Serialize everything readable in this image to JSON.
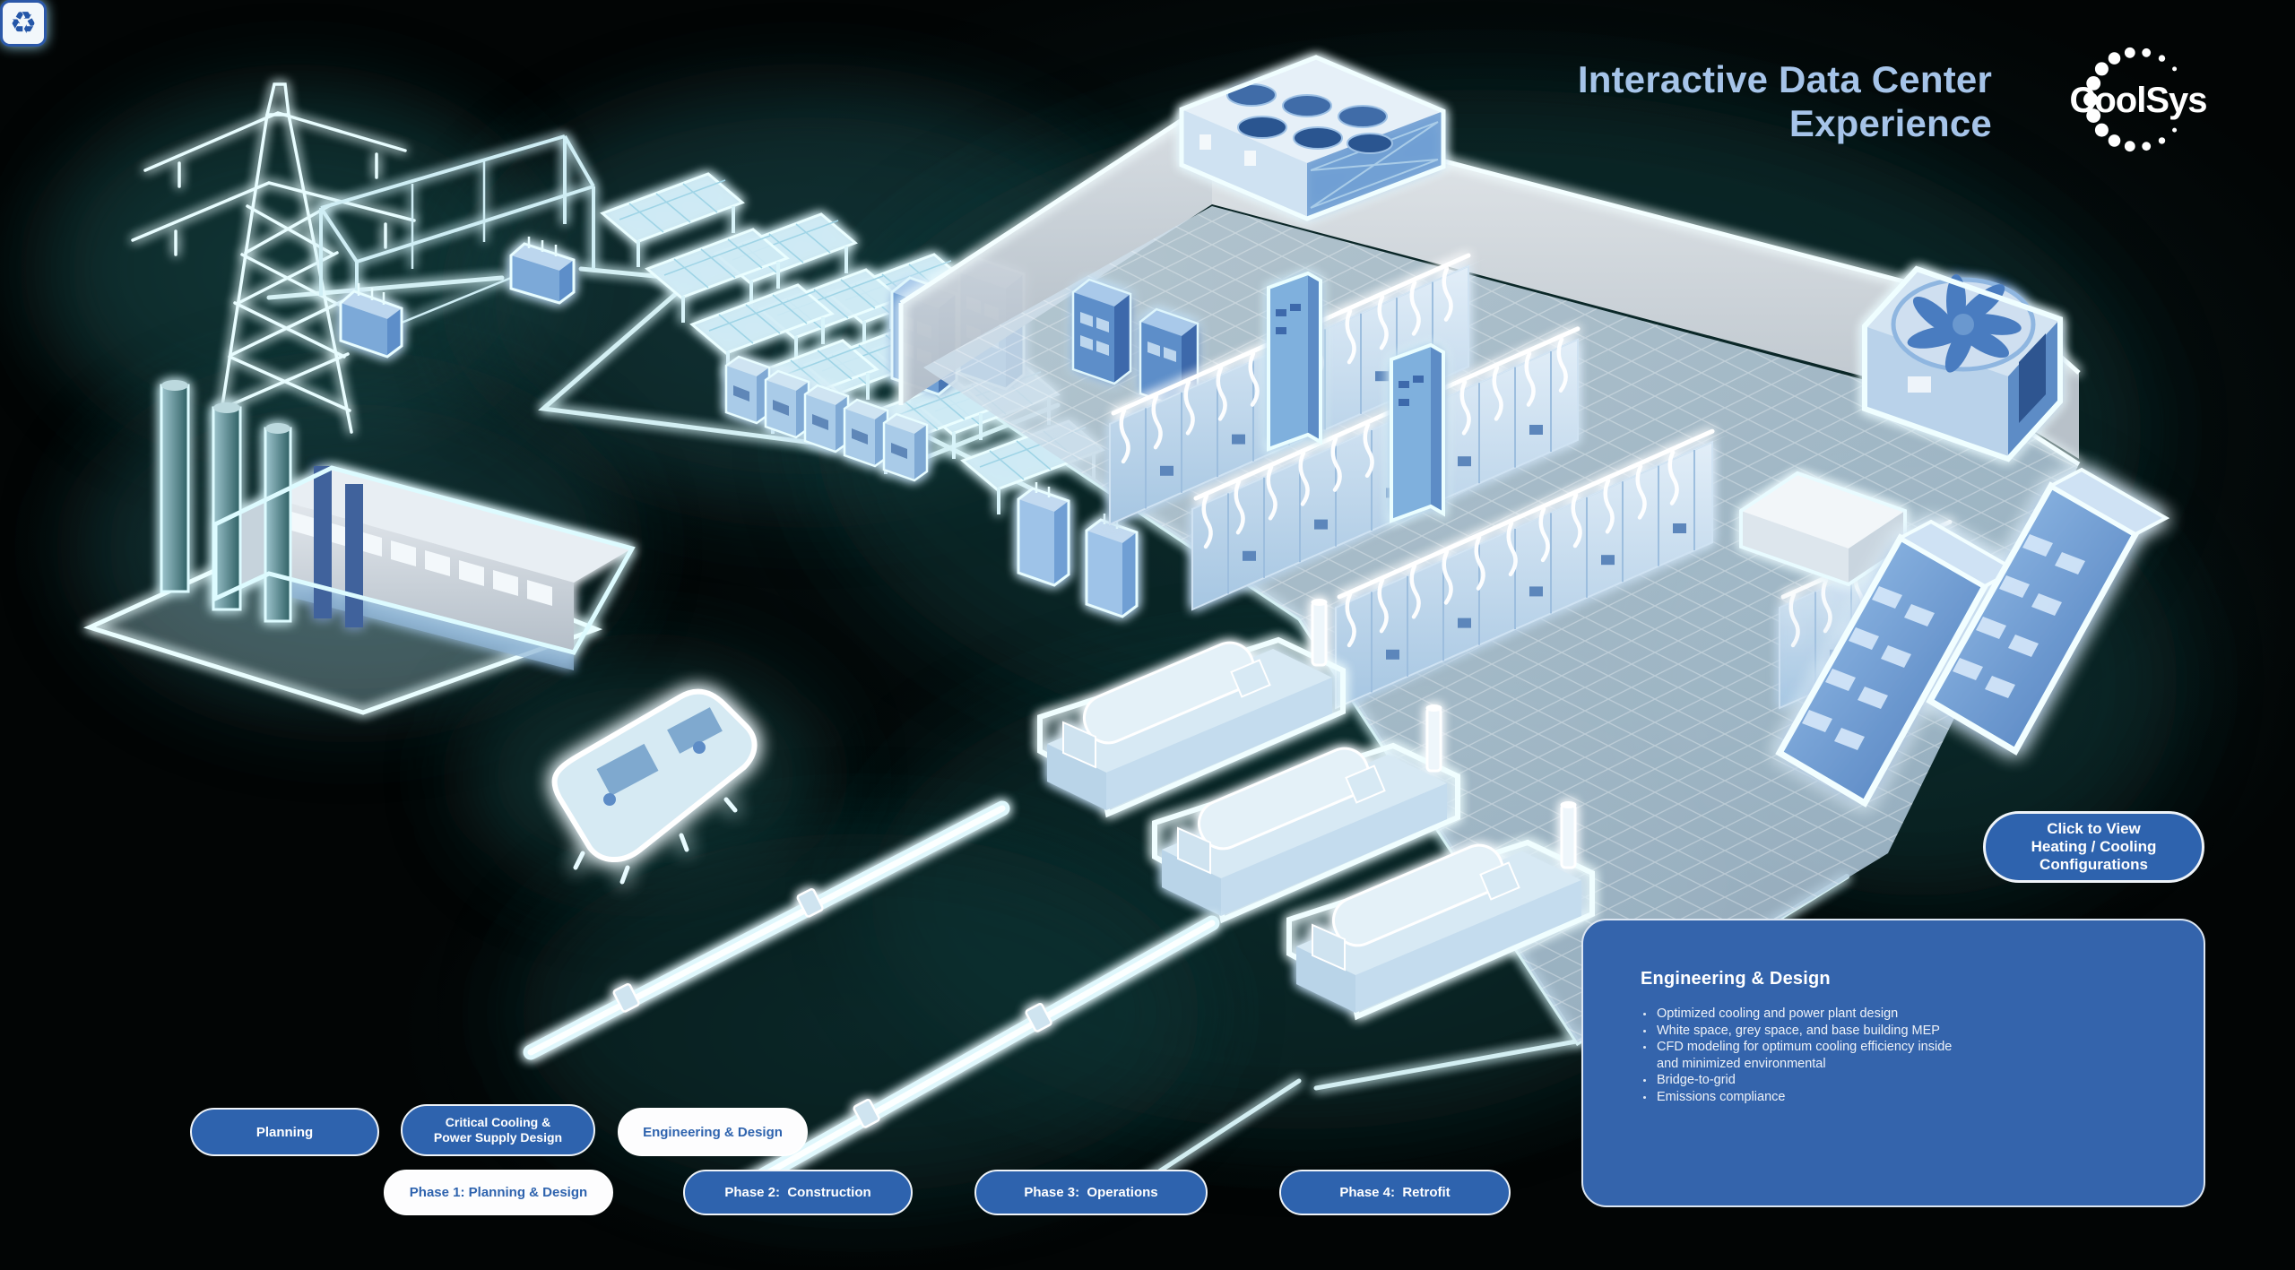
{
  "header": {
    "title_line1": "Interactive Data Center",
    "title_line2": "Experience",
    "logo_text": "CoolSys"
  },
  "cta_button": {
    "label": "Click to View\nHeating / Cooling\nConfigurations"
  },
  "info_panel": {
    "heading": "Engineering & Design",
    "bullets": [
      "Optimized cooling and power plant design",
      "White space, grey space, and base building MEP",
      "CFD modeling for optimum cooling efficiency inside\nand minimized environmental",
      "Bridge-to-grid",
      "Emissions compliance"
    ]
  },
  "service_buttons": [
    {
      "label": "Planning",
      "active": false
    },
    {
      "label": "Critical Cooling &\nPower Supply Design",
      "active": false
    },
    {
      "label": "Engineering & Design",
      "active": true
    }
  ],
  "phase_buttons": [
    {
      "label": "Phase 1: Planning & Design",
      "active": true
    },
    {
      "label": "Phase 2:  Construction",
      "active": false
    },
    {
      "label": "Phase 3:  Operations",
      "active": false
    },
    {
      "label": "Phase 4:  Retrofit",
      "active": false
    }
  ],
  "icons": {
    "recycle": "♻"
  },
  "colors": {
    "accent_blue": "#2e63ae",
    "panel_blue": "#3464ac",
    "title_blue": "#a6c4e9",
    "neon_cyan": "#d9fbff",
    "active_text_blue": "#2e63ae"
  }
}
